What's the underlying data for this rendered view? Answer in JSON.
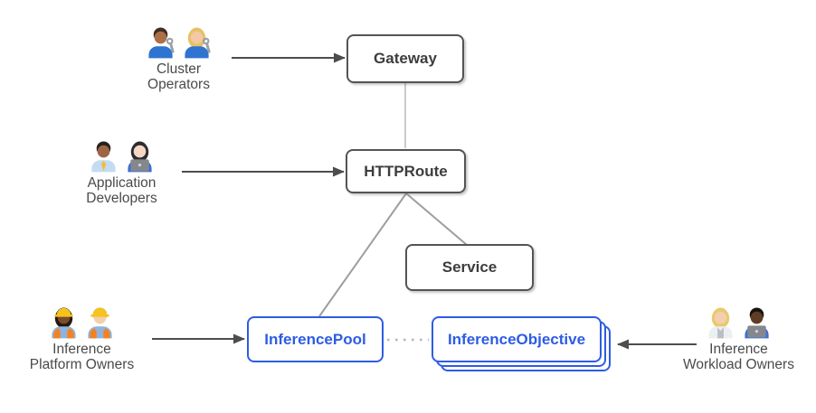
{
  "colors": {
    "background": "#ffffff",
    "blue": "#2d5ce5",
    "box_border_gray": "#545454",
    "node_text_dark": "#3d3d3d",
    "label_gray": "#4a4a4a",
    "connector_light": "#bcbcbc",
    "connector_mid": "#9e9e9e",
    "dotted_gray": "#b5b5b5",
    "arrow_dark": "#4d4d4d"
  },
  "nodes": {
    "gateway": {
      "label": "Gateway"
    },
    "httproute": {
      "label": "HTTPRoute"
    },
    "service": {
      "label": "Service"
    },
    "inference_pool": {
      "label": "InferencePool"
    },
    "inference_objective": {
      "label": "InferenceObjective",
      "stacked": true,
      "stack_count": 3
    }
  },
  "personas": [
    {
      "id": "cluster-operators",
      "label_lines": [
        "Cluster",
        "Operators"
      ],
      "emoji": [
        "man-mechanic",
        "woman-mechanic"
      ],
      "people": [
        {
          "name": "man-mechanic",
          "skin": "#ad6f49",
          "hair": "#3e2d20",
          "long_hair": false,
          "shirt": "#2f74d0",
          "accessory": "wrench"
        },
        {
          "name": "woman-mechanic",
          "skin": "#f2c9a4",
          "hair": "#e6c267",
          "long_hair": true,
          "shirt": "#2f74d0",
          "accessory": "wrench"
        }
      ]
    },
    {
      "id": "application-developers",
      "label_lines": [
        "Application",
        "Developers"
      ],
      "emoji": [
        "man-office-worker",
        "woman-technologist"
      ],
      "people": [
        {
          "name": "man-office-worker",
          "skin": "#9c6644",
          "hair": "#27201b",
          "long_hair": false,
          "shirt": "#c3dcf3",
          "accessory": "tie"
        },
        {
          "name": "woman-technologist",
          "skin": "#f6d7c4",
          "hair": "#2c2c30",
          "long_hair": true,
          "shirt": "#3b6fd4",
          "accessory": "laptop"
        }
      ]
    },
    {
      "id": "inference-platform-owners",
      "label_lines": [
        "Inference",
        "Platform Owners"
      ],
      "emoji": [
        "woman-construction-worker",
        "man-construction-worker"
      ],
      "people": [
        {
          "name": "woman-construction-worker",
          "skin": "#7a4b2a",
          "hair": "#221913",
          "long_hair": true,
          "shirt": "#8fb3dc",
          "accessory": "helmet"
        },
        {
          "name": "man-construction-worker",
          "skin": "#f3cfae",
          "hair": "#caa05a",
          "long_hair": false,
          "shirt": "#8fb3dc",
          "accessory": "helmet"
        }
      ]
    },
    {
      "id": "inference-workload-owners",
      "label_lines": [
        "Inference",
        "Workload Owners"
      ],
      "emoji": [
        "health-worker",
        "man-technologist"
      ],
      "people": [
        {
          "name": "health-worker",
          "skin": "#f3cfae",
          "hair": "#e8ca6d",
          "long_hair": true,
          "shirt": "#eceff1",
          "accessory": "coat"
        },
        {
          "name": "man-technologist",
          "skin": "#5f3c26",
          "hair": "#17120f",
          "long_hair": false,
          "shirt": "#3b6fd4",
          "accessory": "laptop"
        }
      ]
    }
  ],
  "edges": [
    {
      "from": "gateway",
      "to": "httproute",
      "style": "solid-light"
    },
    {
      "from": "httproute",
      "to": "inference_pool",
      "style": "solid-light"
    },
    {
      "from": "httproute",
      "to": "service",
      "style": "solid-light"
    },
    {
      "from": "inference_pool",
      "to": "inference_objective",
      "style": "dotted"
    },
    {
      "from": "cluster-operators",
      "to": "gateway",
      "style": "arrow"
    },
    {
      "from": "application-developers",
      "to": "httproute",
      "style": "arrow"
    },
    {
      "from": "inference-platform-owners",
      "to": "inference_pool",
      "style": "arrow"
    },
    {
      "from": "inference-workload-owners",
      "to": "inference_objective",
      "style": "arrow"
    }
  ]
}
